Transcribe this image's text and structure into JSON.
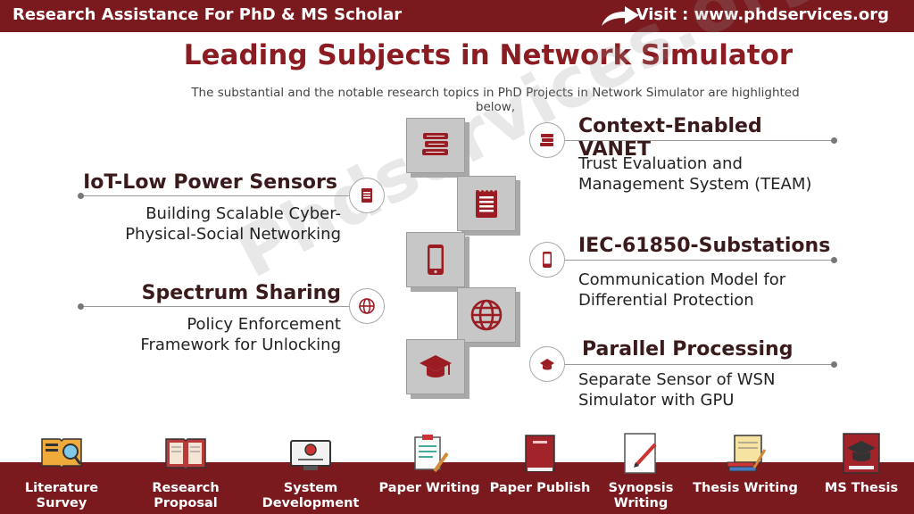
{
  "header": {
    "left_text": "Research Assistance For PhD & MS Scholar",
    "right_text": "Visit : www.phdservices.org"
  },
  "title": "Leading Subjects in Network Simulator",
  "subtitle": "The substantial and the notable research topics in PhD Projects in Network Simulator are highlighted below,",
  "watermark": "Phdservices.org",
  "left_items": [
    {
      "heading": "IoT-Low Power Sensors",
      "desc": "Building Scalable Cyber-Physical-Social Networking",
      "icon": "notepad-icon"
    },
    {
      "heading": "Spectrum Sharing",
      "desc": "Policy Enforcement Framework for Unlocking",
      "icon": "globe-icon"
    }
  ],
  "right_items": [
    {
      "heading": "Context-Enabled VANET",
      "desc": "Trust Evaluation and Management System (TEAM)",
      "icon": "books-icon"
    },
    {
      "heading": "IEC-61850-Substations",
      "desc": "Communication Model for Differential Protection",
      "icon": "mobile-icon"
    },
    {
      "heading": "Parallel Processing",
      "desc": "Separate Sensor of WSN Simulator with GPU",
      "icon": "graduation-cap-icon"
    }
  ],
  "services": [
    {
      "label": "Literature Survey",
      "icon": "literature-survey-icon"
    },
    {
      "label": "Research Proposal",
      "icon": "research-proposal-icon"
    },
    {
      "label": "System Development",
      "icon": "system-development-icon"
    },
    {
      "label": "Paper Writing",
      "icon": "paper-writing-icon"
    },
    {
      "label": "Paper Publish",
      "icon": "paper-publish-icon"
    },
    {
      "label": "Synopsis Writing",
      "icon": "synopsis-writing-icon"
    },
    {
      "label": "Thesis Writing",
      "icon": "thesis-writing-icon"
    },
    {
      "label": "MS Thesis",
      "icon": "ms-thesis-icon"
    }
  ],
  "colors": {
    "brand": "#7a1a1f",
    "title": "#8b1d22",
    "icon": "#9b1c22",
    "block": "#c7c7c7"
  }
}
